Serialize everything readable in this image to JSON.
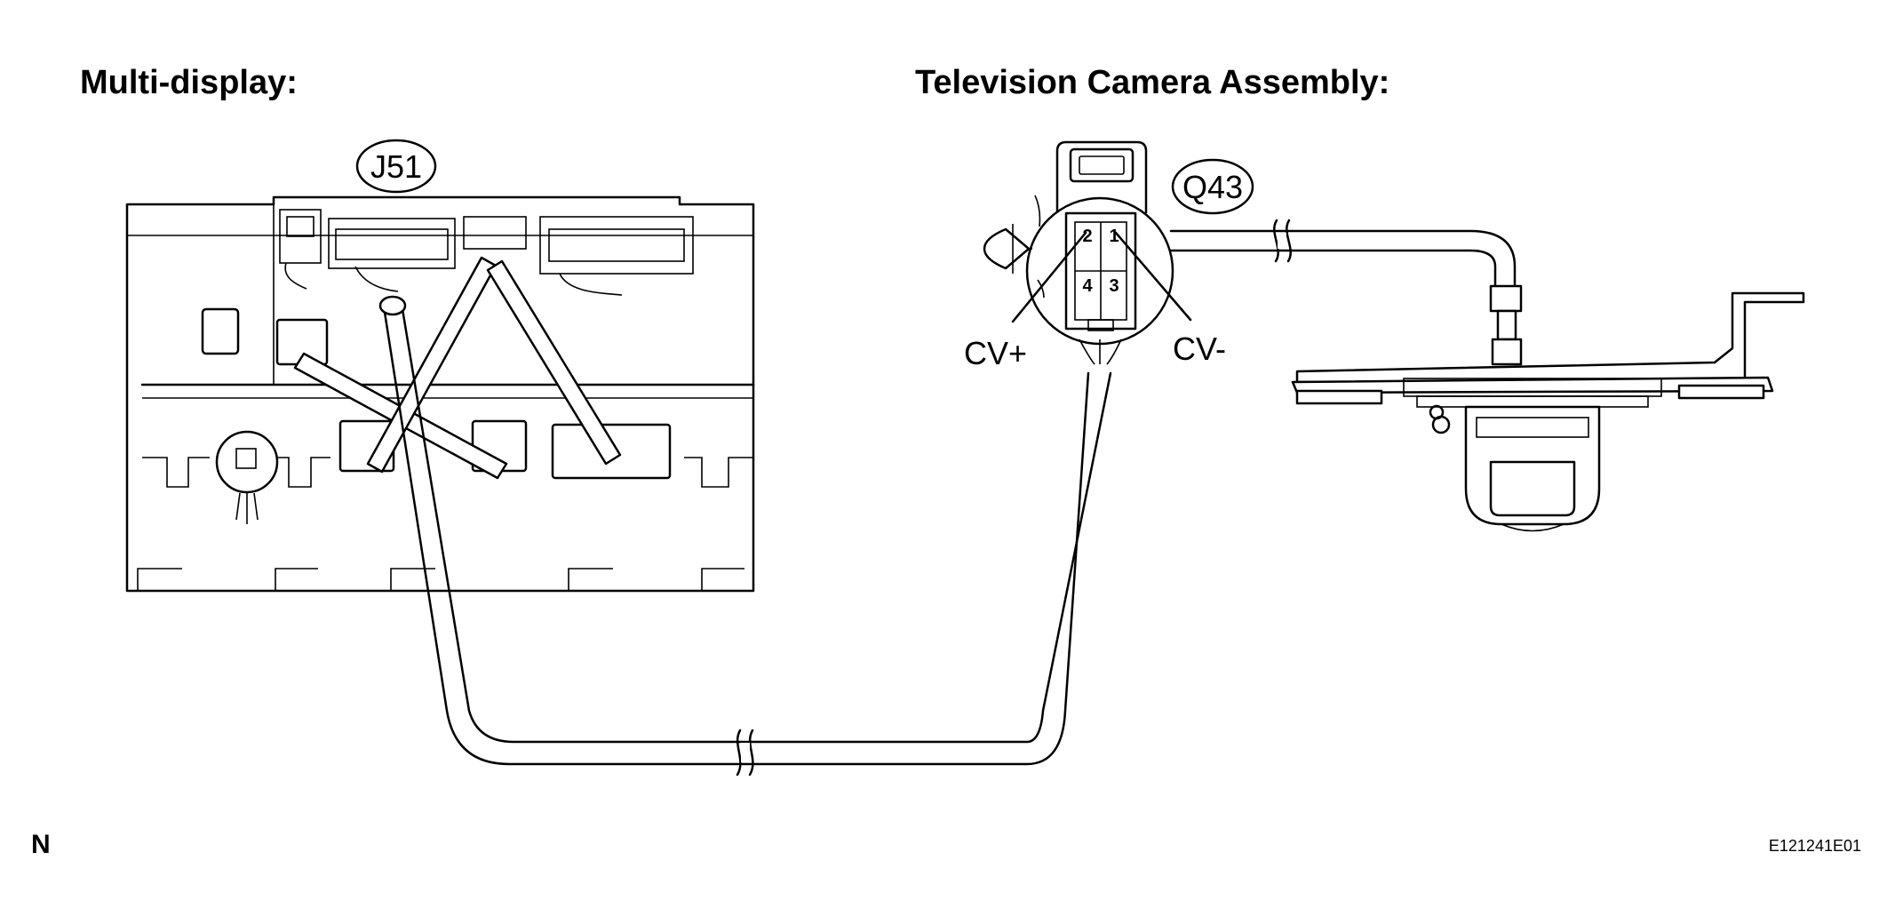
{
  "diagram": {
    "left_title": "Multi-display:",
    "right_title": "Television Camera Assembly:",
    "connector_left": "J51",
    "connector_right": "Q43",
    "pins": [
      "2",
      "1",
      "4",
      "3"
    ],
    "terminal_positive": "CV+",
    "terminal_negative": "CV-",
    "corner_mark": "N",
    "figure_id": "E121241E01"
  }
}
